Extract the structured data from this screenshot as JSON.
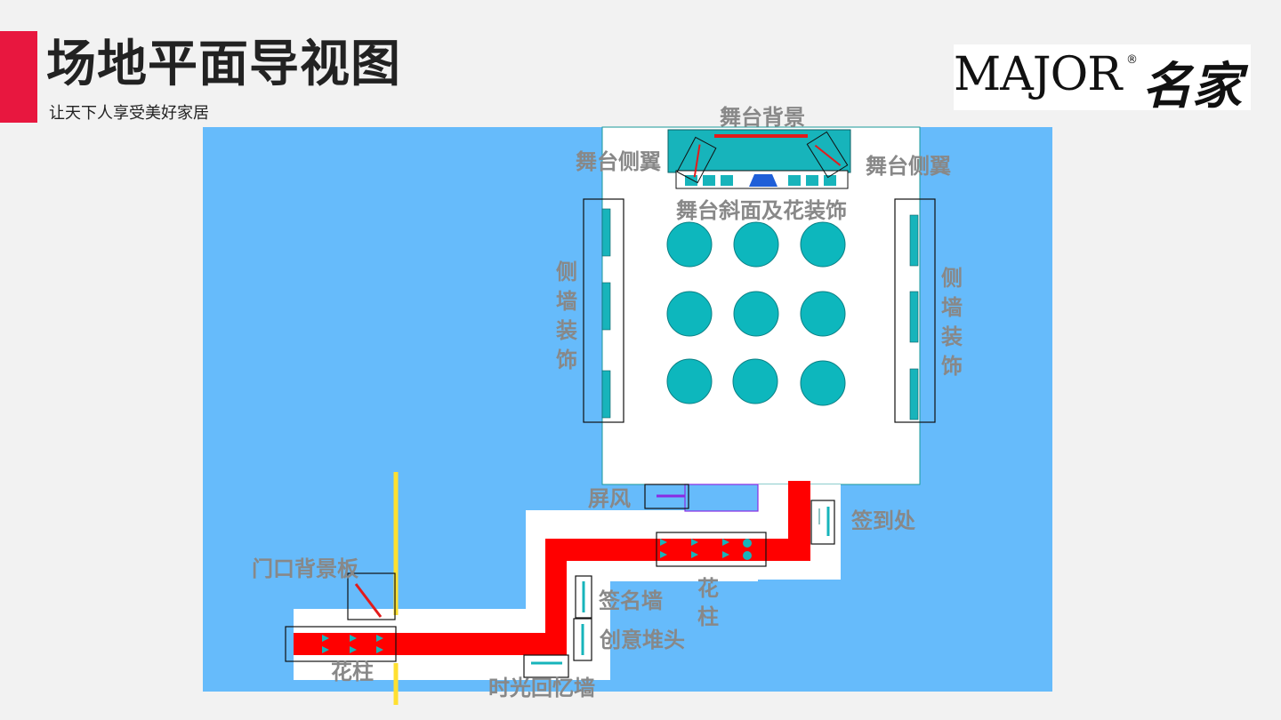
{
  "header": {
    "title": "场地平面导视图",
    "subtitle": "让天下人享受美好家居"
  },
  "logo": {
    "text_en": "MAJOR",
    "registered": "®",
    "text_cn": "名家"
  },
  "labels": {
    "stage_backdrop": "舞台背景",
    "stage_wing_left": "舞台侧翼",
    "stage_wing_right": "舞台侧翼",
    "stage_ramp_flowers": "舞台斜面及花装饰",
    "side_wall_left": [
      "侧",
      "墙",
      "装",
      "饰"
    ],
    "side_wall_right": [
      "侧",
      "墙",
      "装",
      "饰"
    ],
    "screen": "屏风",
    "check_in": "签到处",
    "flower_pillar_mid": [
      "花",
      "柱"
    ],
    "signature_wall": "签名墙",
    "creative_pile": "创意堆头",
    "door_backdrop": "门口背景板",
    "flower_pillar_left": "花柱",
    "memory_wall": "时光回忆墙"
  },
  "colors": {
    "accent": "#e8173f",
    "floor_blue": "#66bbfb",
    "stage_teal": "#17b4bb",
    "table_teal": "#0db7bd",
    "carpet_red": "#ff0000",
    "route_yellow": "#ffe030",
    "screen_purple": "#8a2be2",
    "label_gray": "#888888"
  },
  "tables": {
    "rows": 3,
    "cols": 3
  }
}
